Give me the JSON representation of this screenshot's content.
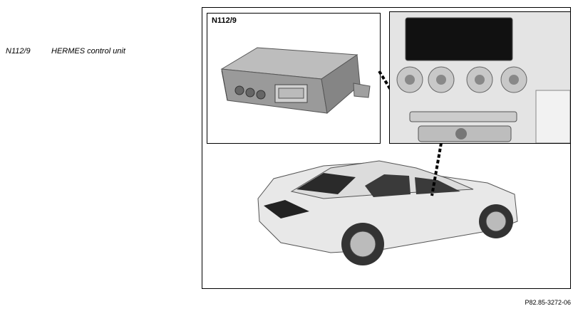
{
  "legend": {
    "code": "N112/9",
    "description": "HERMES control unit"
  },
  "inset_label": "N112/9",
  "figure_ref": "P82.85-3272-06",
  "icons": [
    "control-unit-illustration",
    "dashboard-illustration",
    "car-illustration"
  ]
}
